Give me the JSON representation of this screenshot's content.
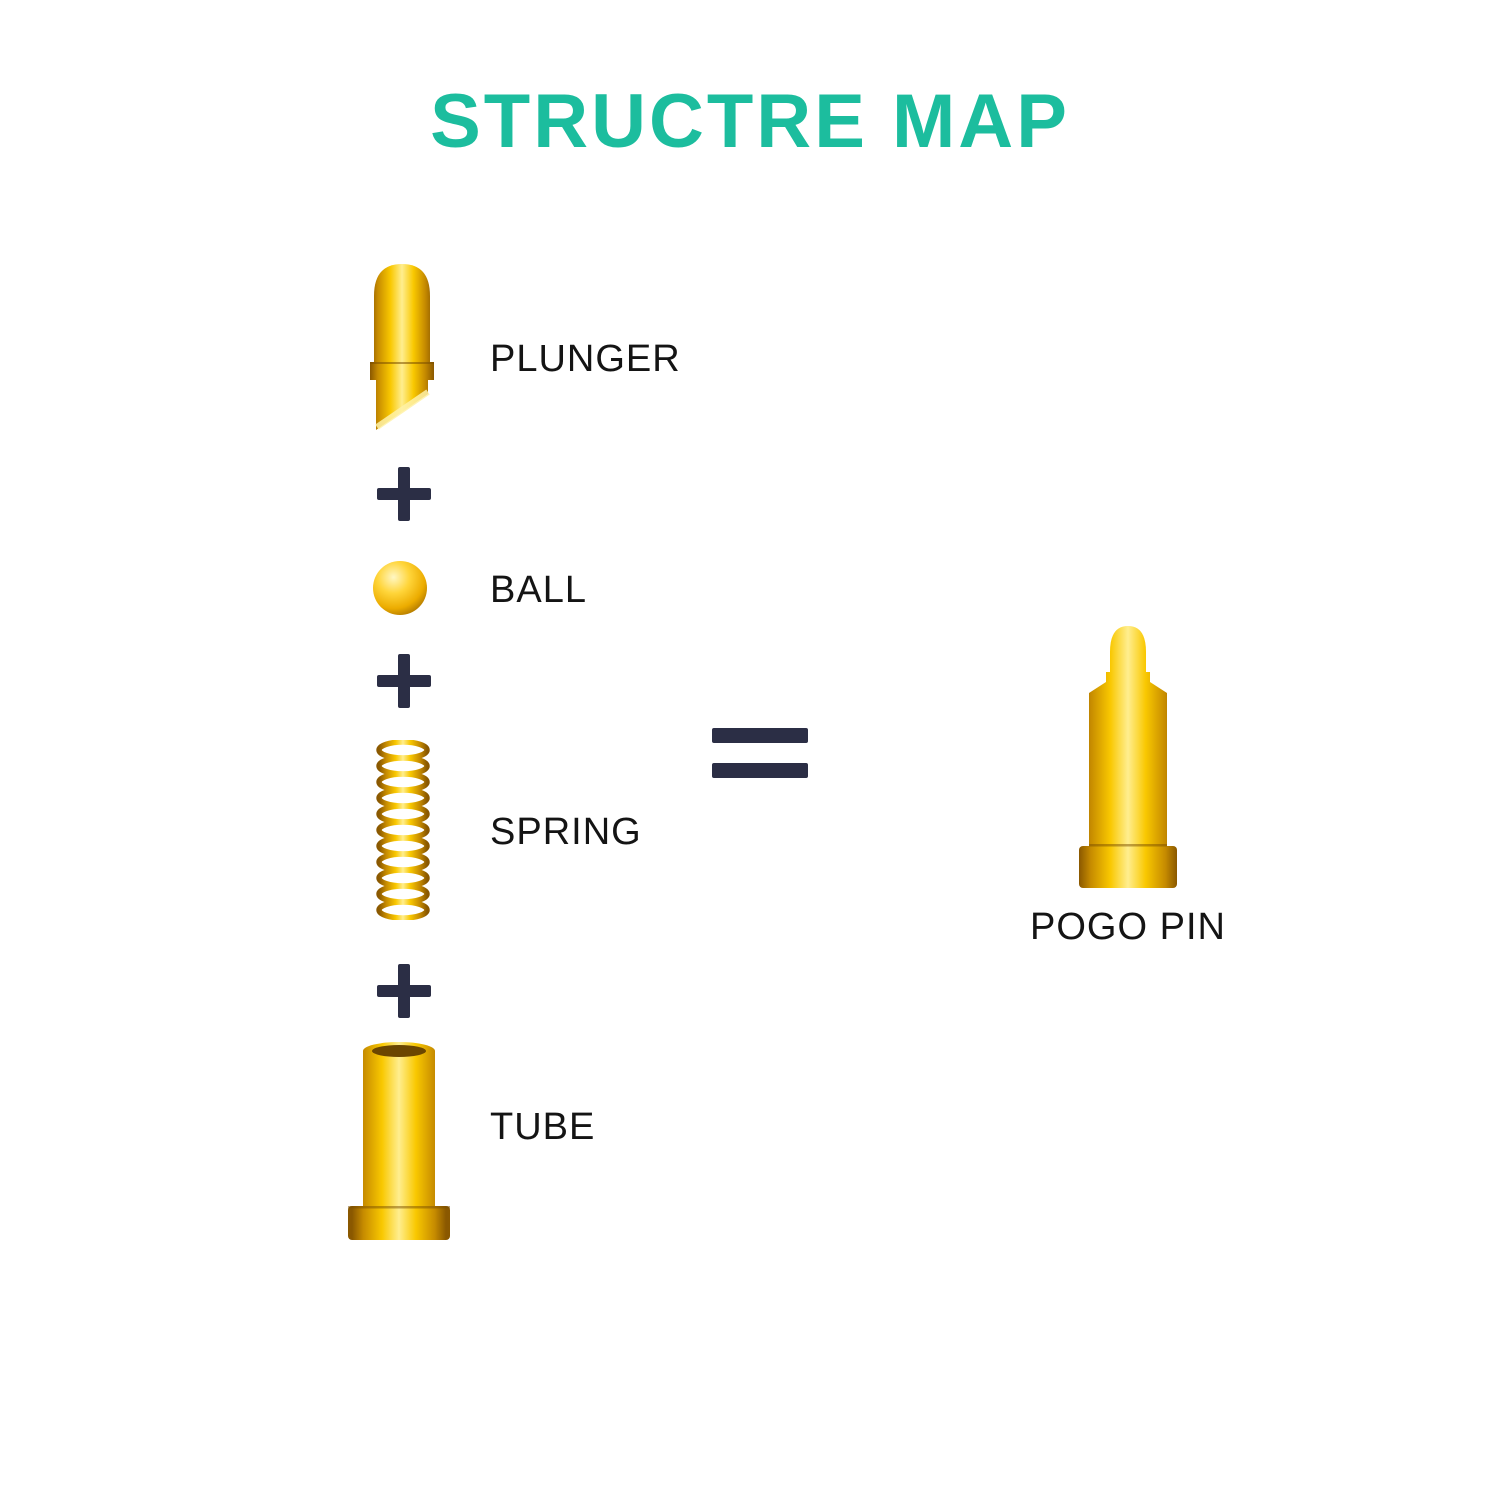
{
  "title": "STRUCTRE MAP",
  "components": [
    {
      "name": "plunger",
      "label": "PLUNGER"
    },
    {
      "name": "ball",
      "label": "BALL"
    },
    {
      "name": "spring",
      "label": "SPRING"
    },
    {
      "name": "tube",
      "label": "TUBE"
    }
  ],
  "operators": {
    "plus": "+",
    "equals": "="
  },
  "result": {
    "name": "pogo-pin",
    "label": "POGO PIN"
  },
  "colors": {
    "background": "#FFFFFF",
    "accent_title": "#1CBD9E",
    "operator": "#2B2E45",
    "text": "#141414",
    "gold": "#F9C800",
    "gold_light": "#FFEE8F",
    "gold_dark": "#8A5800"
  }
}
